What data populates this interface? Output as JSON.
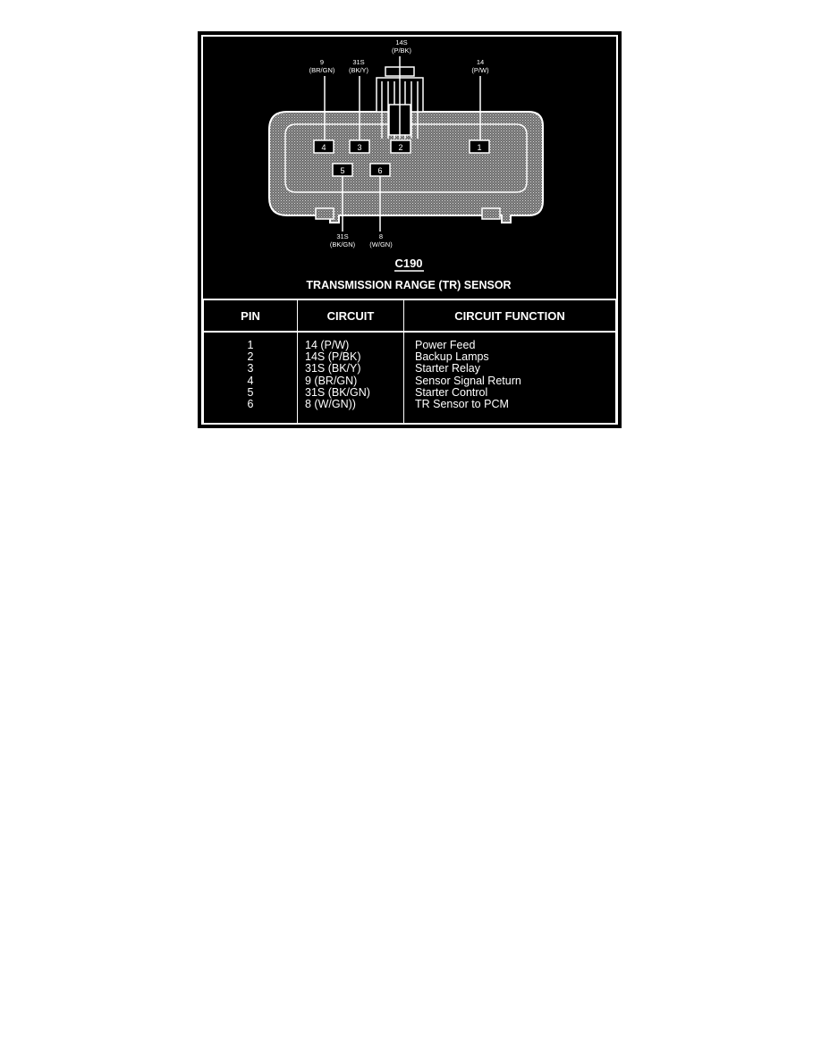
{
  "connector": {
    "id": "C190",
    "name": "TRANSMISSION RANGE (TR) SENSOR",
    "cavities": [
      "4",
      "3",
      "2",
      "1",
      "5",
      "6"
    ]
  },
  "callouts": {
    "pin9": {
      "circuit": "9",
      "color": "(BR/GN)"
    },
    "pin31s_top": {
      "circuit": "31S",
      "color": "(BK/Y)"
    },
    "pin14s": {
      "circuit": "14S",
      "color": "(P/BK)"
    },
    "pin14": {
      "circuit": "14",
      "color": "(P/W)"
    },
    "pin31s_bottom": {
      "circuit": "31S",
      "color": "(BK/GN)"
    },
    "pin8": {
      "circuit": "8",
      "color": "(W/GN)"
    }
  },
  "table": {
    "headers": [
      "PIN",
      "CIRCUIT",
      "CIRCUIT FUNCTION"
    ],
    "rows": [
      {
        "pin": "1",
        "circuit": "14 (P/W)",
        "function": "Power Feed"
      },
      {
        "pin": "2",
        "circuit": "14S (P/BK)",
        "function": "Backup Lamps"
      },
      {
        "pin": "3",
        "circuit": "31S (BK/Y)",
        "function": "Starter Relay"
      },
      {
        "pin": "4",
        "circuit": "9 (BR/GN)",
        "function": "Sensor Signal Return"
      },
      {
        "pin": "5",
        "circuit": "31S (BK/GN)",
        "function": "Starter Control"
      },
      {
        "pin": "6",
        "circuit": "8 (W/GN))",
        "function": "TR Sensor to PCM"
      }
    ]
  },
  "colors": {
    "background": "#000000",
    "foreground": "#ffffff",
    "connector_fill": "#8a8a8a"
  }
}
